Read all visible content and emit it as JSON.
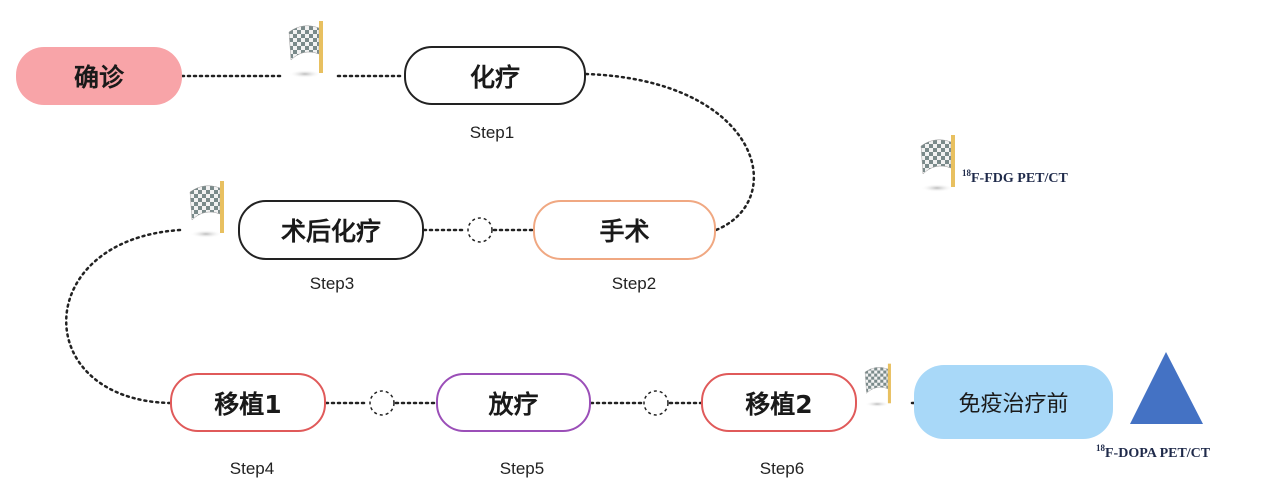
{
  "nodes": {
    "diagnosis": "确诊",
    "chemo": "化疗",
    "surgery": "手术",
    "postop_chemo": "术后化疗",
    "transplant1": "移植1",
    "radiotherapy": "放疗",
    "transplant2": "移植2",
    "pre_immuno": "免疫治疗前"
  },
  "steps": {
    "step1": "Step1",
    "step2": "Step2",
    "step3": "Step3",
    "step4": "Step4",
    "step5": "Step5",
    "step6": "Step6"
  },
  "legend": {
    "fdg_sup": "18",
    "fdg_text": "F-FDG PET/CT",
    "dopa_sup": "18",
    "dopa_text": "F-DOPA PET/CT",
    "flag_icon": "checkered-flag-icon",
    "triangle_icon": "blue-triangle-icon",
    "triangle_color": "#4472c4"
  },
  "colors": {
    "diagnosis_fill": "#f8a4a8",
    "pre_immuno_fill": "#a8d8f8",
    "surgery_border": "#f0a882",
    "transplant_border": "#e05a5a",
    "radiotherapy_border": "#9b4fb8"
  }
}
